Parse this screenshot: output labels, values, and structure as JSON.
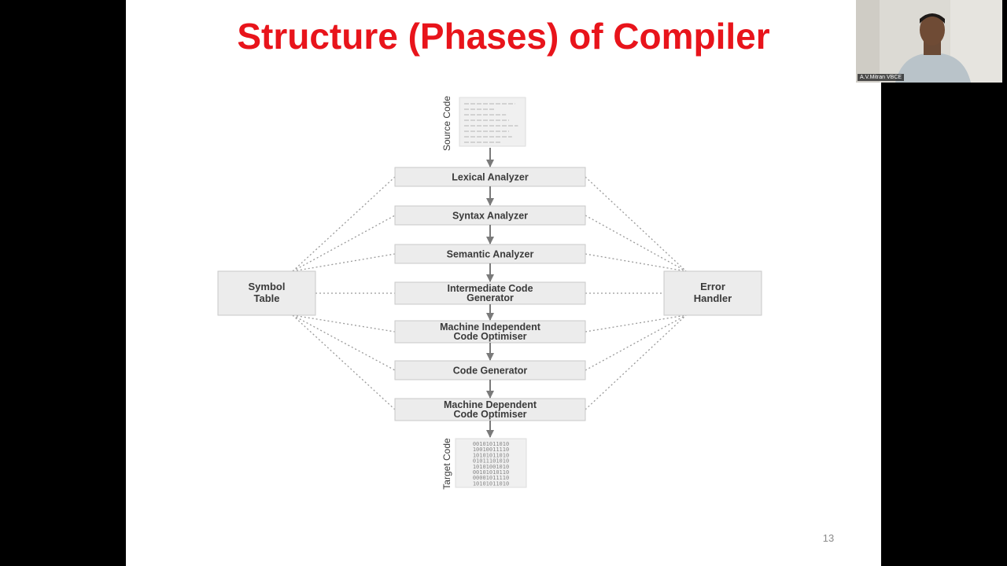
{
  "slide": {
    "title": "Structure (Phases) of Compiler",
    "page_number": "13"
  },
  "diagram": {
    "source_label": "Source Code",
    "target_label": "Target Code",
    "phases": [
      [
        "Lexical Analyzer"
      ],
      [
        "Syntax Analyzer"
      ],
      [
        "Semantic Analyzer"
      ],
      [
        "Intermediate Code",
        "Generator"
      ],
      [
        "Machine Independent",
        "Code Optimiser"
      ],
      [
        "Code Generator"
      ],
      [
        "Machine Dependent",
        "Code Optimiser"
      ]
    ],
    "symbol_table": [
      "Symbol",
      "Table"
    ],
    "error_handler": [
      "Error",
      "Handler"
    ],
    "target_binary": [
      "00101011010",
      "10010011110",
      "10101011010",
      "01011101010",
      "10101001010",
      "00101010110",
      "00001011110",
      "10101011010"
    ]
  },
  "webcam": {
    "participant_name": "A.V.Mitran VBCE"
  },
  "colors": {
    "title": "#e8141b",
    "box_fill": "#ececec",
    "box_stroke": "#c9c9c9",
    "arrow": "#7a7a7a",
    "dotted": "#9a9a9a"
  }
}
